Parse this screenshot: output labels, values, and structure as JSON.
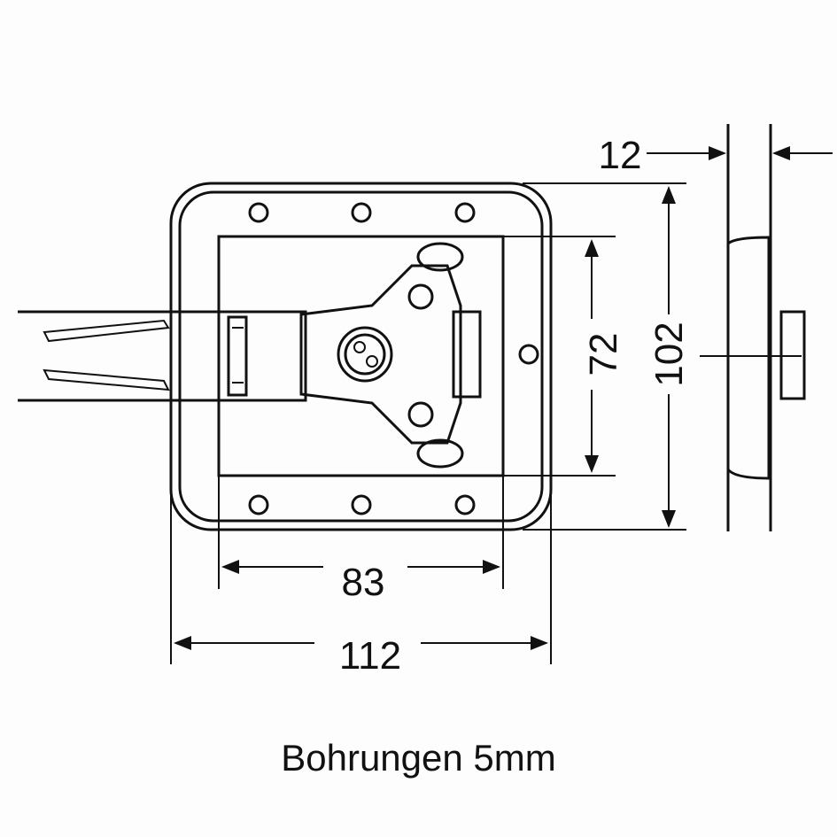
{
  "dimensions": {
    "depth": "12",
    "inner_height": "72",
    "outer_height": "102",
    "inner_width": "83",
    "outer_width": "112"
  },
  "caption": "Bohrungen 5mm",
  "colors": {
    "line": "#111111",
    "background": "#fdfdfd"
  }
}
